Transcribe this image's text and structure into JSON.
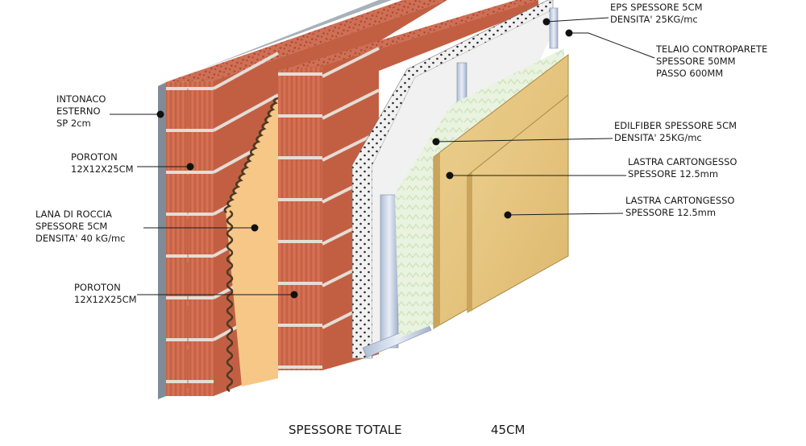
{
  "callouts": {
    "intonaco": [
      "INTONACO",
      "ESTERNO",
      "SP 2cm"
    ],
    "poroton_outer": [
      "POROTON",
      "12X12X25CM"
    ],
    "lana_di_roccia": [
      "LANA DI ROCCIA",
      "SPESSORE 5CM",
      "DENSITA' 40 kG/mc"
    ],
    "poroton_inner": [
      "POROTON",
      "12X12X25CM"
    ],
    "eps": [
      "EPS SPESSORE 5CM",
      "DENSITA' 25KG/mc"
    ],
    "telaio": [
      "TELAIO CONTROPARETE",
      "SPESSORE 50MM",
      "PASSO 600MM"
    ],
    "edilfiber": [
      "EDILFIBER SPESSORE 5CM",
      "DENSITA' 25KG/mc"
    ],
    "cartongesso_1": [
      "LASTRA CARTONGESSO",
      "SPESSORE 12.5mm"
    ],
    "cartongesso_2": [
      "LASTRA CARTONGESSO",
      "SPESSORE 12.5mm"
    ]
  },
  "footer": {
    "label": "SPESSORE TOTALE",
    "value": "45CM"
  },
  "colors": {
    "brick": "#d06a4c",
    "mortar": "#e4ddd6",
    "plaster": "#7f8c97",
    "rockwool": "#f7c788",
    "eps": "#f1f1f1",
    "edilfiber": "#e6f1dc",
    "steel": "#c8d3e4",
    "gypsum": "#e5c47e"
  }
}
